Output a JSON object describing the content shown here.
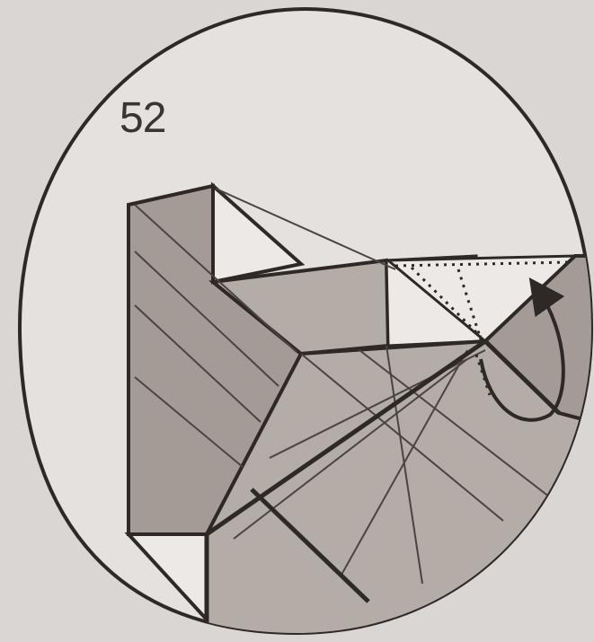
{
  "step": {
    "number": "52"
  },
  "colors": {
    "background": "#d9d6d3",
    "circle_fill": "#e4e1de",
    "paper_dark": "#a59b96",
    "paper_medium": "#b4aca7",
    "paper_light": "#ece9e6",
    "crease": "#4a4340",
    "outline": "#2e2826"
  },
  "arrow": {
    "type": "fold-behind",
    "direction": "up"
  },
  "lines": {
    "valley": "dotted",
    "crease": "solid"
  }
}
